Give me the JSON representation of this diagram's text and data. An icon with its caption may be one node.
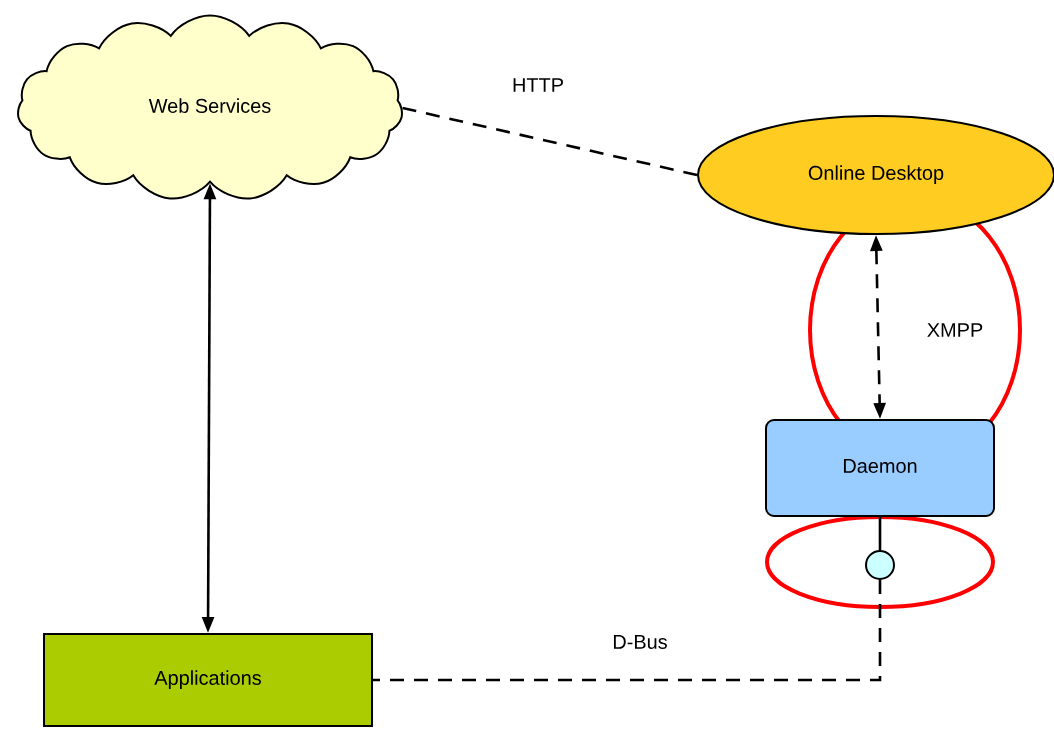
{
  "diagram": {
    "nodes": [
      {
        "text": [
          "Web Services"
        ]
      },
      {
        "text": [
          "Online Desktop"
        ]
      },
      {
        "text": [
          "Daemon"
        ]
      },
      {
        "text": [],
        "shape": "circle"
      },
      {
        "text": [
          "Applications"
        ]
      }
    ],
    "edges": [
      {
        "from": 0,
        "to": 1,
        "arrow": "none",
        "label": "HTTP",
        "style": "dashed"
      },
      {
        "from": 0,
        "to": 4,
        "arrow": "both"
      },
      {
        "from": 1,
        "to": 2,
        "arrow": "both",
        "label": "XMPP",
        "style": "dashed"
      },
      {
        "from": 2,
        "to": 3,
        "arrow": "none"
      },
      {
        "from": 3,
        "to": 4,
        "arrow": "none",
        "label": "D-Bus",
        "style": "dashed"
      }
    ]
  }
}
